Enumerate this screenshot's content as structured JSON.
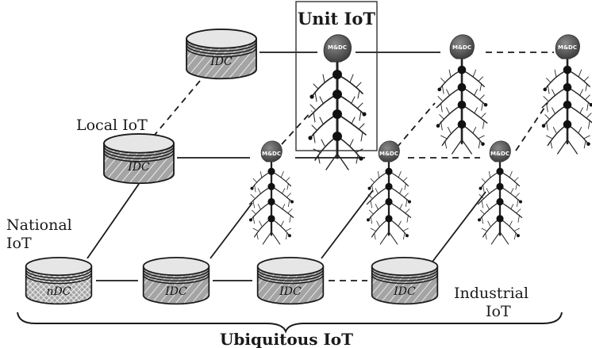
{
  "labels": {
    "unit_iot": "Unit IoT",
    "local_iot": "Local IoT",
    "national_iot_line1": "National",
    "national_iot_line2": "IoT",
    "industrial_iot_line1": "Industrial",
    "industrial_iot_line2": "IoT",
    "ubiquitous_iot": "Ubiquitous IoT"
  },
  "datacenters": {
    "top": "IDC",
    "middle": "IDC",
    "bottom_1": "nDC",
    "bottom_2": "IDC",
    "bottom_3": "IDC",
    "bottom_4": "IDC"
  },
  "heads": {
    "label": "M&DC"
  },
  "colors": {
    "cylinder_fill": "#a8a8a8",
    "line": "#1a1a1a",
    "node": "#111111",
    "head": "#555555"
  }
}
